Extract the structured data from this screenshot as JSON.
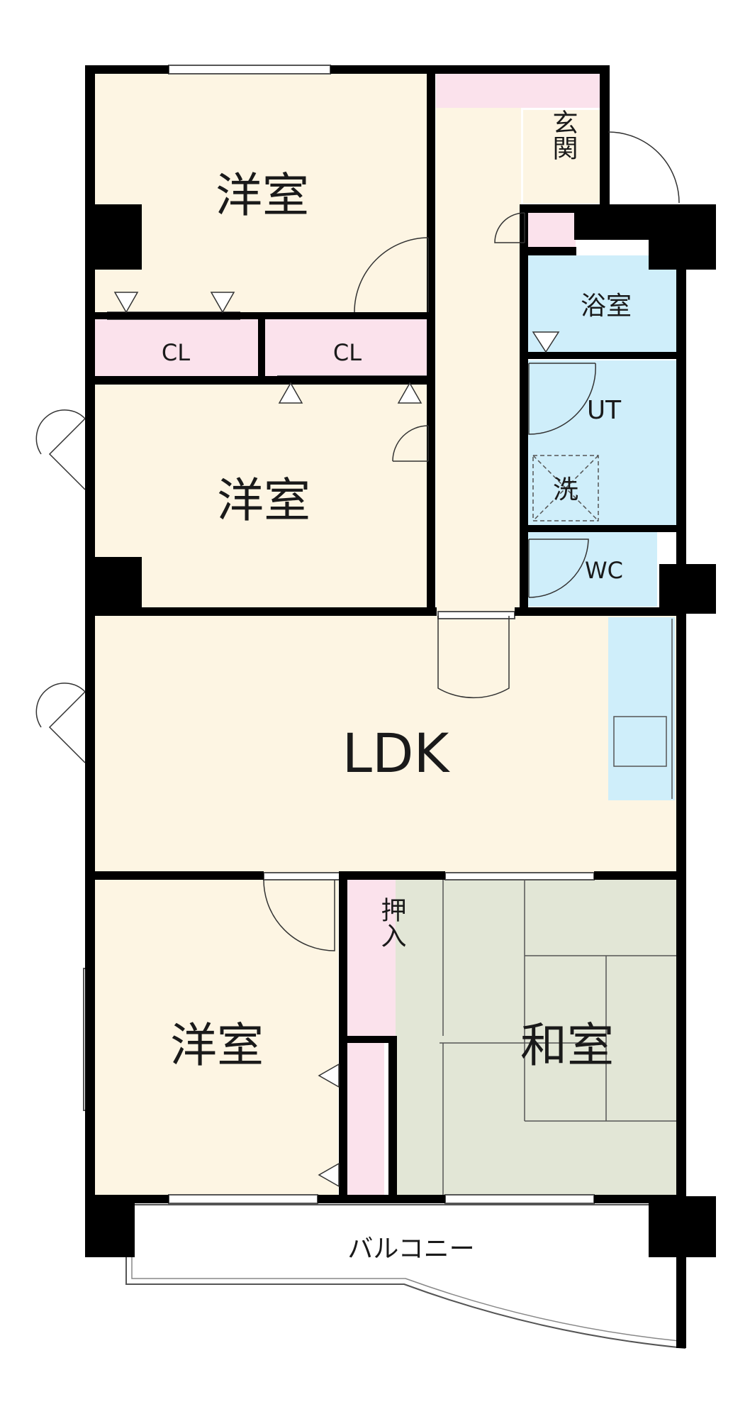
{
  "colors": {
    "wall": "#000000",
    "living": "#fdf5e3",
    "storage": "#fbe2ec",
    "wet": "#cfeefa",
    "tatami": "#e2e6d6",
    "balcony": "#ffffff"
  },
  "rooms": {
    "western_top": "洋室",
    "cl_left": "CL",
    "cl_right": "CL",
    "western_mid": "洋室",
    "entrance": "玄関",
    "bath": "浴室",
    "utility": "UT",
    "washer": "洗",
    "wc": "WC",
    "ldk": "LDK",
    "western_bottom": "洋室",
    "oshiire": "押入",
    "washitsu": "和室",
    "balcony": "バルコニー"
  }
}
